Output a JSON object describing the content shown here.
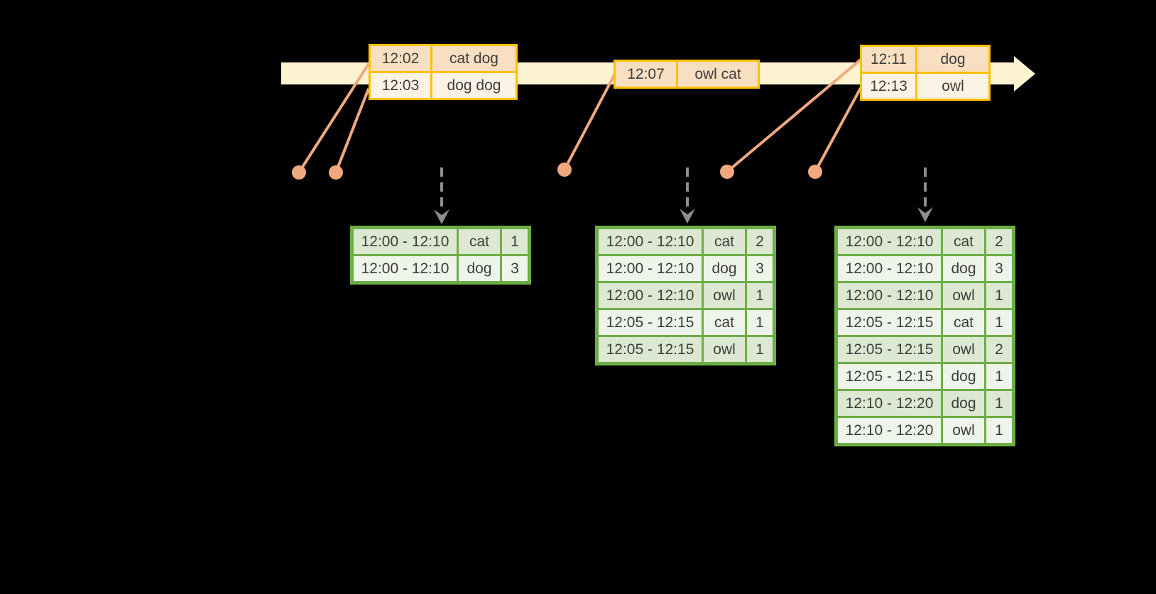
{
  "colors": {
    "background": "#000000",
    "timeline_fill": "#fdf3d0",
    "event_border": "#ffc000",
    "event_row_a": "#f9dfc2",
    "event_row_b": "#fdf3e4",
    "connector": "#f0a87f",
    "arrow_gray": "#8e8e8e",
    "result_border": "#6cae45",
    "result_row_a": "#dce8d2",
    "result_row_b": "#eef4e9",
    "text": "#3d3d3d"
  },
  "icons": {
    "timeline_arrowhead": "right-arrowhead",
    "drop_arrow": "dashed-down-arrow",
    "event_marker": "dot"
  },
  "event_tables": [
    {
      "rows": [
        {
          "time": "12:02",
          "words": "cat dog"
        },
        {
          "time": "12:03",
          "words": "dog dog"
        }
      ]
    },
    {
      "rows": [
        {
          "time": "12:07",
          "words": "owl cat"
        }
      ]
    },
    {
      "rows": [
        {
          "time": "12:11",
          "words": "dog"
        },
        {
          "time": "12:13",
          "words": "owl"
        }
      ]
    }
  ],
  "result_tables": [
    {
      "rows": [
        {
          "window": "12:00 - 12:10",
          "word": "cat",
          "count": "1"
        },
        {
          "window": "12:00 - 12:10",
          "word": "dog",
          "count": "3"
        }
      ]
    },
    {
      "rows": [
        {
          "window": "12:00 - 12:10",
          "word": "cat",
          "count": "2"
        },
        {
          "window": "12:00 - 12:10",
          "word": "dog",
          "count": "3"
        },
        {
          "window": "12:00 - 12:10",
          "word": "owl",
          "count": "1"
        },
        {
          "window": "12:05 - 12:15",
          "word": "cat",
          "count": "1"
        },
        {
          "window": "12:05 - 12:15",
          "word": "owl",
          "count": "1"
        }
      ]
    },
    {
      "rows": [
        {
          "window": "12:00 - 12:10",
          "word": "cat",
          "count": "2"
        },
        {
          "window": "12:00 - 12:10",
          "word": "dog",
          "count": "3"
        },
        {
          "window": "12:00 - 12:10",
          "word": "owl",
          "count": "1"
        },
        {
          "window": "12:05 - 12:15",
          "word": "cat",
          "count": "1"
        },
        {
          "window": "12:05 - 12:15",
          "word": "owl",
          "count": "2"
        },
        {
          "window": "12:05 - 12:15",
          "word": "dog",
          "count": "1"
        },
        {
          "window": "12:10 - 12:20",
          "word": "dog",
          "count": "1"
        },
        {
          "window": "12:10 - 12:20",
          "word": "owl",
          "count": "1"
        }
      ]
    }
  ]
}
